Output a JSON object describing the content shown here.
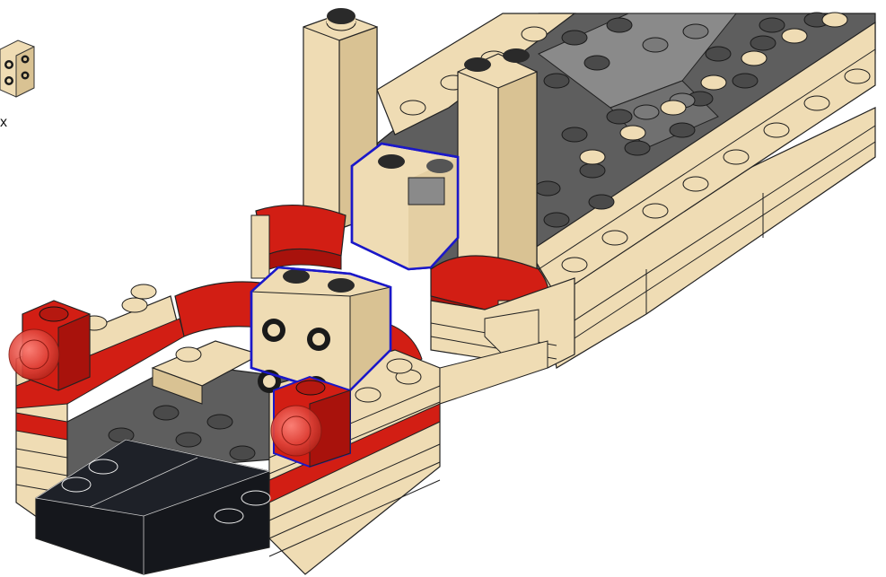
{
  "instructions": {
    "parts_callout": {
      "quantity_text": "x",
      "part_name": "tan-brick-with-studs-on-side-icon"
    },
    "highlighted_parts": [
      "tan-1x2-brick",
      "tan-2x2-brick-with-side-studs"
    ],
    "colors": {
      "tan": "#efdcb4",
      "tan_shade": "#d9c293",
      "red": "#d21e14",
      "red_dark": "#a8120c",
      "dark_gray": "#5e5e5e",
      "light_gray": "#8a8a8a",
      "black": "#15171c",
      "trans_red": "#e0443a",
      "highlight": "#1b18c8"
    }
  }
}
